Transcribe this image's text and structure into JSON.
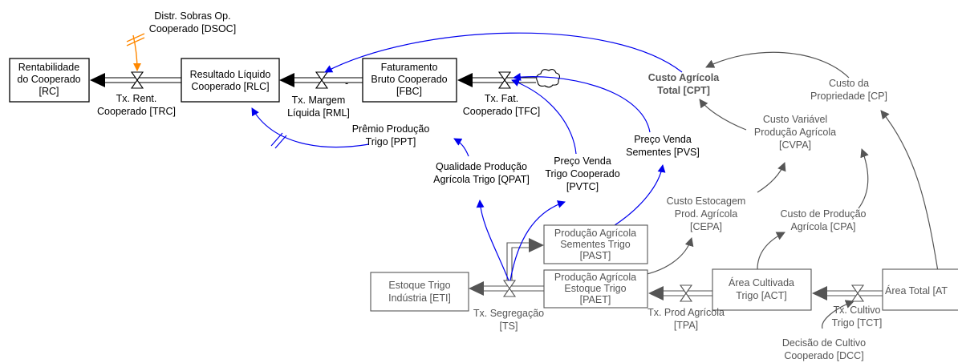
{
  "colors": {
    "link_blue": "#0000ee",
    "link_grey": "#555555",
    "link_orange": "#ff8800",
    "stock_dark": "#000000",
    "stock_grey": "#555555"
  },
  "stocks": {
    "rc": [
      "Rentabilidade",
      "do Cooperado",
      "[RC]"
    ],
    "rlc": [
      "Resultado Líquido",
      "Cooperado [RLC]"
    ],
    "fbc": [
      "Faturamento",
      "Bruto Cooperado",
      "[FBC]"
    ],
    "eti": [
      "Estoque Trigo",
      "Indústria [ETI]"
    ],
    "paet": [
      "Produção Agrícola",
      "Estoque Trigo",
      "[PAET]"
    ],
    "past": [
      "Produção Agrícola",
      "Sementes Trigo",
      "[PAST]"
    ],
    "act": [
      "Área Cultivada",
      "Trigo [ACT]"
    ],
    "at": [
      "Área Total [AT"
    ]
  },
  "flows": {
    "trc": [
      "Tx. Rent.",
      "Cooperado [TRC]"
    ],
    "rml": [
      "Tx. Margem",
      "Líquida [RML]"
    ],
    "tfc": [
      "Tx. Fat.",
      "Cooperado [TFC]"
    ],
    "ts": [
      "Tx. Segregação",
      "[TS]"
    ],
    "tpa": [
      "Tx. Prod Agrícola",
      "[TPA]"
    ],
    "tct": [
      "Tx. Cultivo",
      "Trigo [TCT]"
    ]
  },
  "variables": {
    "dsoc": [
      "Distr. Sobras Op.",
      "Cooperado [DSOC]"
    ],
    "ppt": [
      "Prêmio Produção",
      "Trigo [PPT]"
    ],
    "qpat": [
      "Qualidade Produção",
      "Agrícola Trigo [QPAT]"
    ],
    "pvtc": [
      "Preço Venda",
      "Trigo Cooperado",
      "[PVTC]"
    ],
    "pvs": [
      "Preço Venda",
      "Sementes [PVS]"
    ],
    "cpt": [
      "Custo Agrícola",
      "Total [CPT]"
    ],
    "cp": [
      "Custo da",
      "Propriedade [CP]"
    ],
    "cvpa": [
      "Custo Variável",
      "Produção Agrícola",
      "[CVPA]"
    ],
    "cepa": [
      "Custo Estocagem",
      "Prod. Agrícola",
      "[CEPA]"
    ],
    "cpa": [
      "Custo de Produção",
      "Agrícola [CPA]"
    ],
    "dcc": [
      "Decisão de Cultivo",
      "Cooperado [DCC]"
    ]
  },
  "marks": {
    "minus_sign": "-"
  }
}
